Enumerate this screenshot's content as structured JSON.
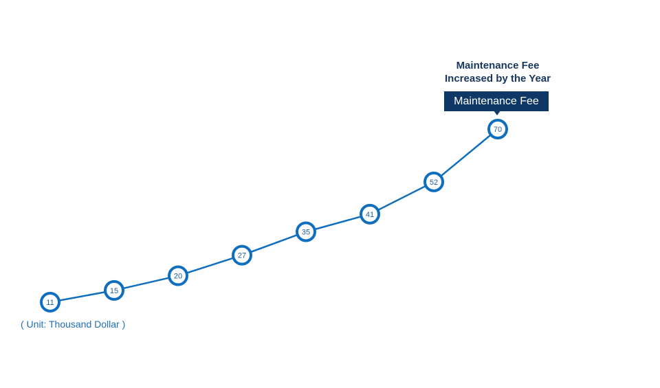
{
  "chart_data": {
    "type": "line",
    "title": "Maintenance Fee\nIncreased by the Year",
    "unit_note": "( Unit: Thousand Dollar )",
    "series": [
      {
        "name": "Maintenance Fee",
        "values": [
          11,
          15,
          20,
          27,
          35,
          41,
          52,
          70
        ]
      }
    ],
    "data_labels": [
      "11",
      "15",
      "20",
      "27",
      "35",
      "41",
      "52",
      "70"
    ],
    "xlabel": "",
    "ylabel": "",
    "ylim": [
      11,
      70
    ],
    "grid": false,
    "legend_placement": "above last point",
    "colors": {
      "line": "#0f6fbe",
      "marker_stroke": "#0f6fbe",
      "marker_fill": "#ffffff",
      "legend_bg": "#0f3866",
      "title": "#17365d"
    }
  }
}
